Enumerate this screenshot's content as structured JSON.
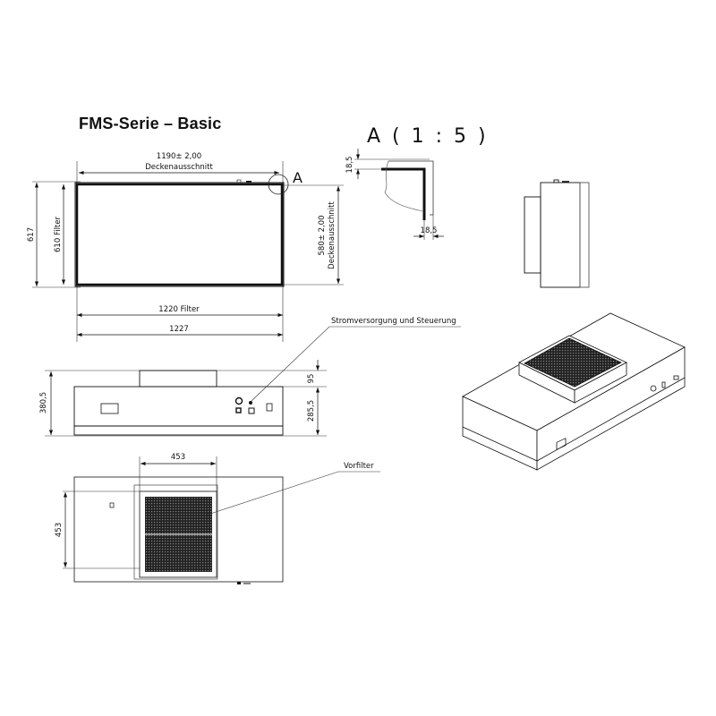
{
  "title": "FMS-Serie – Basic",
  "detail": {
    "label": "A ( 1 : 5 )",
    "callout_letter": "A",
    "dim_vertical": "18,5",
    "dim_horizontal": "18,5"
  },
  "top_view": {
    "width_cutout": "1190± 2,00",
    "width_cutout_label": "Deckenausschnitt",
    "height_overall": "617",
    "height_filter": "610 Filter",
    "height_cutout": "580± 2,00",
    "height_cutout_label": "Deckenausschnitt",
    "width_filter": "1220 Filter",
    "width_overall": "1227"
  },
  "front_view": {
    "height_overall": "380,5",
    "height_top": "95",
    "height_body": "285,5",
    "callout": "Stromversorgung und Steuerung"
  },
  "bottom_view": {
    "filter_width": "453",
    "filter_height": "453",
    "callout": "Vorfilter"
  }
}
